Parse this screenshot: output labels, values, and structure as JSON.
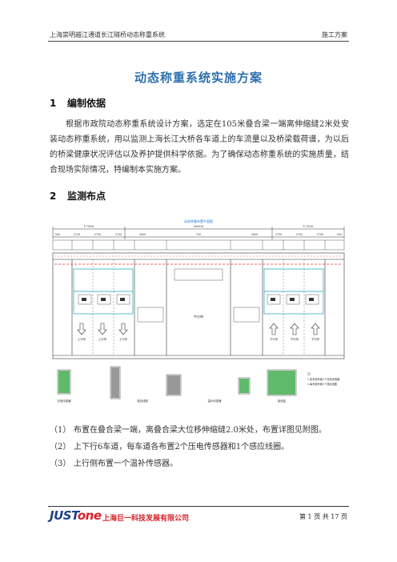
{
  "header": {
    "left": "上海崇明越江通道长江隧桥动态称重系统",
    "right": "施工方案"
  },
  "title": "动态称重系统实施方案",
  "section1": {
    "num": "1",
    "heading": "编制依据",
    "text": "根据市政院动态称重系统设计方案，选定在105米叠合梁一端离伸缩缝2米处安装动态称重系统，用以监测上海长江大桥各车道上的车流量以及桥梁载荷谱，为以后的桥梁健康状况评估以及养护提供科学依据。为了确保动态称重系统的实施质量，结合现场实际情况，特编制本实施方案。"
  },
  "section2": {
    "num": "2",
    "heading": "监测布点"
  },
  "diagram": {
    "top_label": "动态称重布置平面图",
    "dims_top": [
      "17500",
      "38000",
      "17500"
    ],
    "dims_sub": [
      "500",
      "3750",
      "3750",
      "3750",
      "3000",
      "750",
      "3000",
      "3750",
      "3750",
      "3750",
      "500"
    ],
    "lane_labels": [
      "上行车",
      "上行车",
      "上行车",
      "下行车",
      "下行车",
      "下行车"
    ],
    "center_label": "中分带",
    "detail_labels": [
      "压电传感器",
      "感应线圈",
      "温补传感器",
      "接线盒"
    ],
    "notes_title": "注：",
    "notes": [
      "1.各车道布置2个压电传感器",
      "2.每车道布置1个感应线圈"
    ]
  },
  "list": [
    {
      "num": "（1）",
      "text": "布置在叠合梁一端，离叠合梁大位移伸缩缝2.0米处，布置详图见附图。"
    },
    {
      "num": "（2）",
      "text": "上下行6车道，每车道各布置2个压电传感器和1个感应线圈。"
    },
    {
      "num": "（3）",
      "text": "上行侧布置一个温补传感器。"
    }
  ],
  "footer": {
    "logo_a": "JUST",
    "logo_b": "one",
    "company": "上海巨一科技发展有限公司",
    "page": "第 1 页 共 17 页"
  }
}
